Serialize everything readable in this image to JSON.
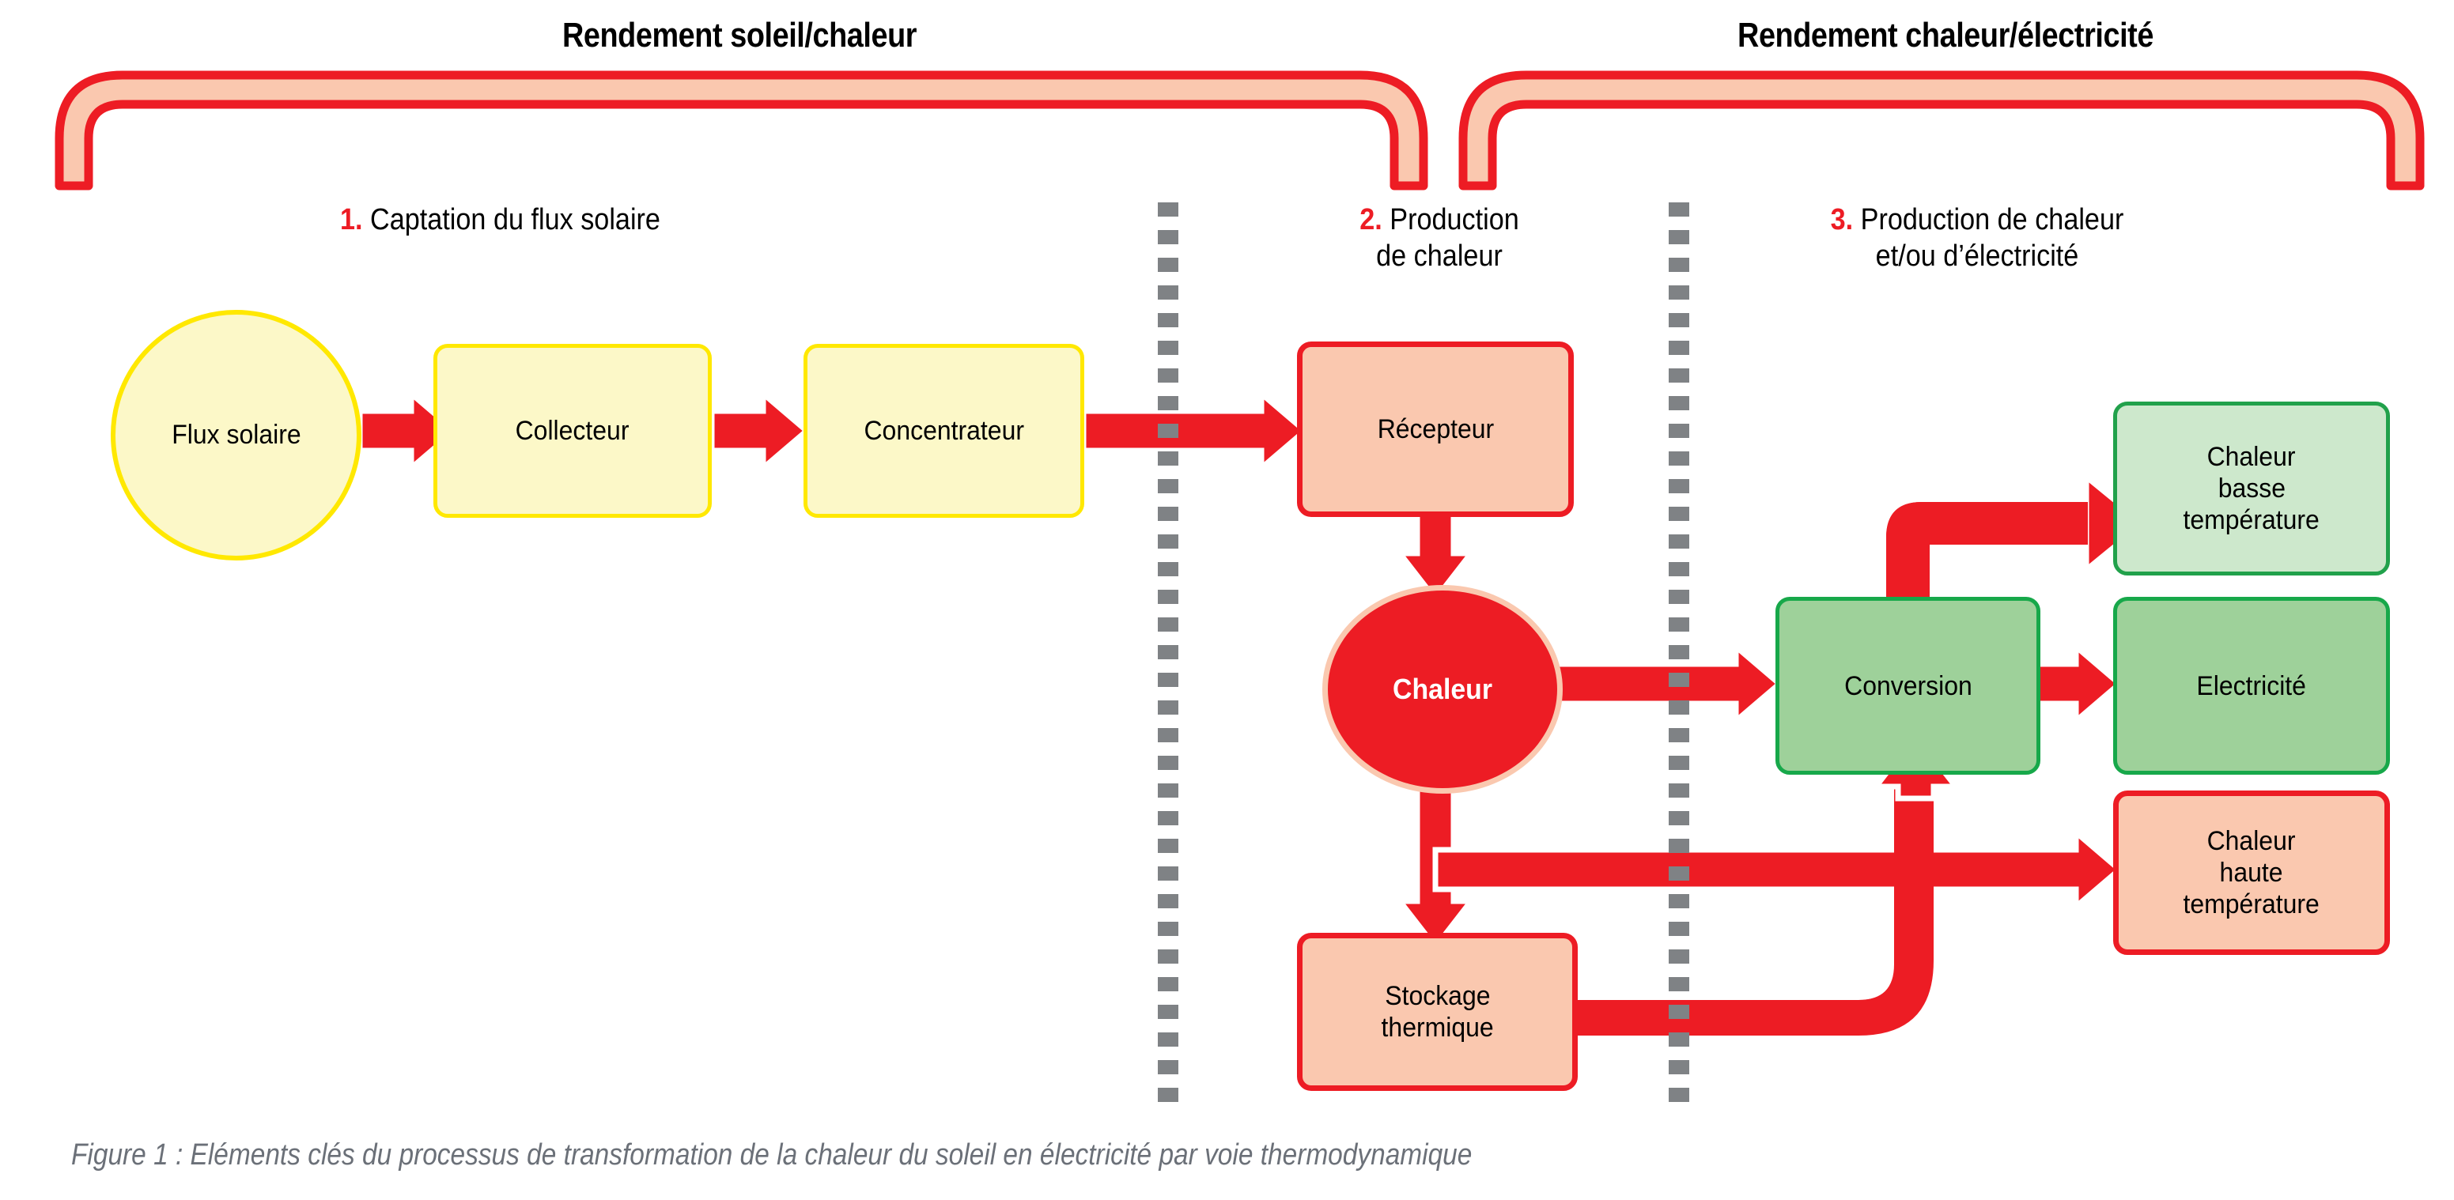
{
  "figure": {
    "caption": "Figure 1 : Eléments clés du processus de transformation de la chaleur du soleil en électricité  par voie thermodynamique"
  },
  "brackets": [
    {
      "id": "bracket-soleil-chaleur",
      "title": "Rendement soleil/chaleur"
    },
    {
      "id": "bracket-chaleur-electricite",
      "title": "Rendement chaleur/électricité"
    }
  ],
  "steps": [
    {
      "number": "1.",
      "label": " Captation du flux solaire"
    },
    {
      "number": "2.",
      "label": " Production",
      "label2": "de chaleur"
    },
    {
      "number": "3.",
      "label": " Production de chaleur",
      "label2": "et/ou d’électricité"
    }
  ],
  "nodes": {
    "flux_solaire": "Flux solaire",
    "collecteur": "Collecteur",
    "concentrateur": "Concentrateur",
    "recepteur": "Récepteur",
    "chaleur": "Chaleur",
    "stockage_thermique_l1": "Stockage",
    "stockage_thermique_l2": "thermique",
    "conversion": "Conversion",
    "chaleur_basse_l1": "Chaleur",
    "chaleur_basse_l2": "basse",
    "chaleur_basse_l3": "température",
    "electricite": "Electricité",
    "chaleur_haute_l1": "Chaleur",
    "chaleur_haute_l2": "haute",
    "chaleur_haute_l3": "température"
  },
  "colors": {
    "red": "#ED1C24",
    "salmon_fill": "#FAC8AF",
    "yellow_fill": "#FCF8C8",
    "yellow_border": "#FFE800",
    "green_light_fill": "#CDE8CC",
    "green_light_border": "#21A14B",
    "green_medium_fill": "#9ED19A",
    "green_medium_border": "#17A84A",
    "divider_gray": "#7F8285",
    "caption_gray": "#6B7078"
  }
}
